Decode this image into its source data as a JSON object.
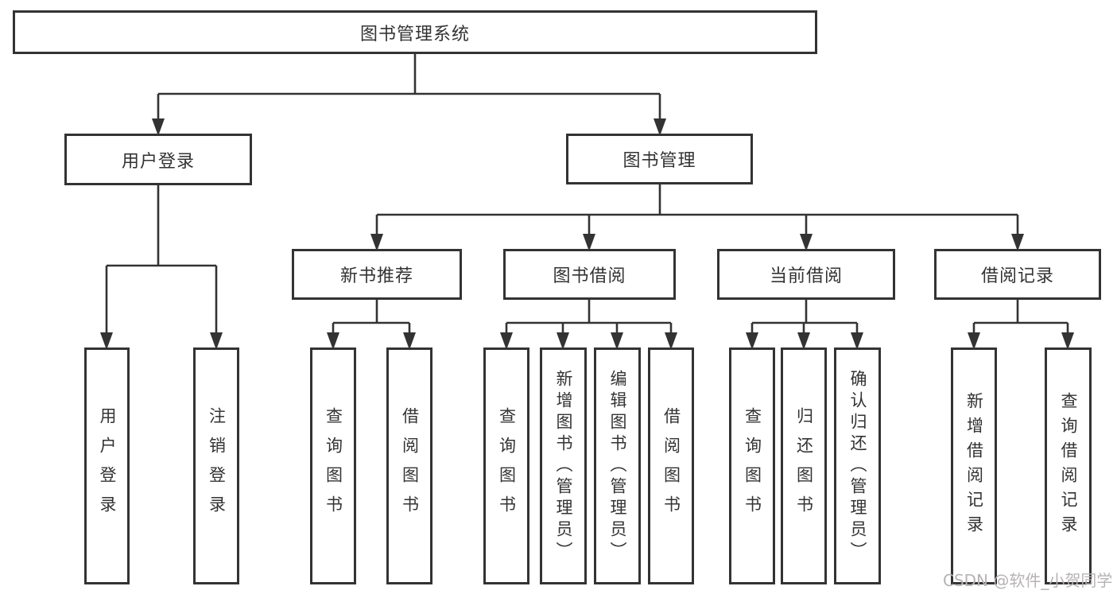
{
  "diagram": {
    "type": "tree-hierarchy",
    "title": "图书管理系统",
    "colors": {
      "background": "#ffffff",
      "line": "#333333",
      "box_border": "#333333",
      "text": "#333333",
      "watermark": "#b7b3b3"
    },
    "nodes": [
      {
        "id": "root",
        "label": "图书管理系统",
        "level": 1,
        "parent": null
      },
      {
        "id": "user-login",
        "label": "用户登录",
        "level": 2,
        "parent": "root"
      },
      {
        "id": "book-management",
        "label": "图书管理",
        "level": 2,
        "parent": "root"
      },
      {
        "id": "new-book-recommend",
        "label": "新书推荐",
        "level": 3,
        "parent": "book-management"
      },
      {
        "id": "book-borrowing",
        "label": "图书借阅",
        "level": 3,
        "parent": "book-management"
      },
      {
        "id": "current-borrowing",
        "label": "当前借阅",
        "level": 3,
        "parent": "book-management"
      },
      {
        "id": "borrowing-records",
        "label": "借阅记录",
        "level": 3,
        "parent": "book-management"
      },
      {
        "id": "leaf-user-login",
        "label": "用户登录",
        "level": 4,
        "parent": "user-login"
      },
      {
        "id": "leaf-logout",
        "label": "注销登录",
        "level": 4,
        "parent": "user-login"
      },
      {
        "id": "rec-query-books",
        "label": "查询图书",
        "level": 4,
        "parent": "new-book-recommend"
      },
      {
        "id": "rec-borrow-books",
        "label": "借阅图书",
        "level": 4,
        "parent": "new-book-recommend"
      },
      {
        "id": "bor-query-books",
        "label": "查询图书",
        "level": 4,
        "parent": "book-borrowing"
      },
      {
        "id": "bor-add-books",
        "label": "新增图书（管理员）",
        "level": 4,
        "parent": "book-borrowing"
      },
      {
        "id": "bor-edit-books",
        "label": "编辑图书（管理员）",
        "level": 4,
        "parent": "book-borrowing"
      },
      {
        "id": "bor-borrow-books",
        "label": "借阅图书",
        "level": 4,
        "parent": "book-borrowing"
      },
      {
        "id": "cur-query-books",
        "label": "查询图书",
        "level": 4,
        "parent": "current-borrowing"
      },
      {
        "id": "cur-return-books",
        "label": "归还图书",
        "level": 4,
        "parent": "current-borrowing"
      },
      {
        "id": "cur-confirm-return",
        "label": "确认归还（管理员）",
        "level": 4,
        "parent": "current-borrowing"
      },
      {
        "id": "log-add-record",
        "label": "新增借阅记录",
        "level": 4,
        "parent": "borrowing-records"
      },
      {
        "id": "log-query-record",
        "label": "查询借阅记录",
        "level": 4,
        "parent": "borrowing-records"
      }
    ],
    "watermark": "CSDN @软件_小贺同学"
  }
}
